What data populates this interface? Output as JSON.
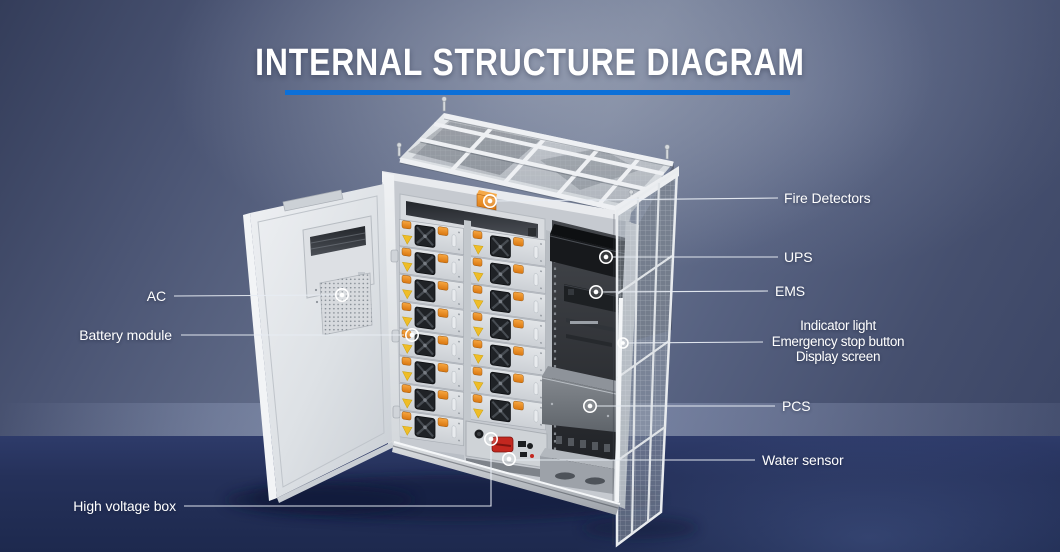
{
  "title": {
    "text": "INTERNAL STRUCTURE DIAGRAM"
  },
  "callouts": {
    "left": [
      {
        "id": "ac",
        "label": "AC"
      },
      {
        "id": "battery-module",
        "label": "Battery module"
      },
      {
        "id": "high-voltage-box",
        "label": "High voltage box"
      }
    ],
    "right": [
      {
        "id": "fire-detectors",
        "label": "Fire Detectors"
      },
      {
        "id": "ups",
        "label": "UPS"
      },
      {
        "id": "ems",
        "label": "EMS"
      },
      {
        "id": "door-controls",
        "label_lines": [
          "Indicator light",
          "Emergency stop button",
          "Display screen"
        ]
      },
      {
        "id": "pcs",
        "label": "PCS"
      },
      {
        "id": "water-sensor",
        "label": "Water sensor"
      }
    ]
  },
  "equipment": {
    "battery_modules": {
      "left_column_rows": 8,
      "right_column_rows": 7
    }
  },
  "colors": {
    "accent_blue": "#0d70d8",
    "callout_line": "#e8edf4",
    "marker": "#ffffff",
    "cabinet_orange": "#ef8f2a",
    "warning_yellow": "#efbd27",
    "switch_red": "#c3271f",
    "floor_navy": "#22305a",
    "background_corner": "#343d5a",
    "background_center": "#6d7892"
  }
}
